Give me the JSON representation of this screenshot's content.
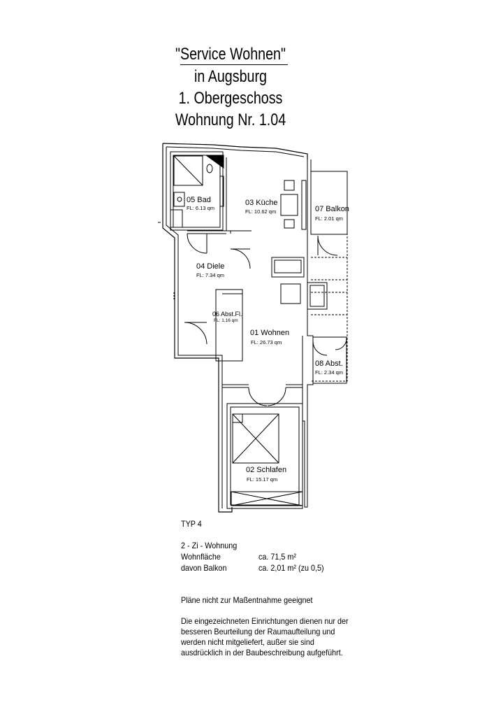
{
  "title": {
    "line1": "\"Service Wohnen\"",
    "line2": "in Augsburg",
    "line3": "1. Obergeschoss",
    "line4": "Wohnung Nr. 1.04"
  },
  "rooms": [
    {
      "id": "bad",
      "name": "05 Bad",
      "area": "FL:  6.13  qm"
    },
    {
      "id": "kueche",
      "name": "03 Küche",
      "area": "FL:  10.62  qm"
    },
    {
      "id": "balkon",
      "name": "07 Balkon",
      "area": "FL:  2.01  qm"
    },
    {
      "id": "diele",
      "name": "04 Diele",
      "area": "FL:  7.34  qm"
    },
    {
      "id": "abstfl",
      "name": "06 Abst.Fl.",
      "area": "FL:  1.16  qm"
    },
    {
      "id": "wohnen",
      "name": "01 Wohnen",
      "area": "FL:  26.73  qm"
    },
    {
      "id": "abst",
      "name": "08 Abst.",
      "area": "FL:  2.34  qm"
    },
    {
      "id": "schlafen",
      "name": "02 Schlafen",
      "area": "FL:  15.17  qm"
    }
  ],
  "info": {
    "typ": "TYP  4",
    "type_label": "2 - Zi - Wohnung",
    "wohnflaeche_label": "Wohnfläche",
    "wohnflaeche_value": "ca. 71,5 m²",
    "balkon_label": "davon Balkon",
    "balkon_value": "ca. 2,01 m² (zu 0,5)",
    "disclaimer": "Pläne nicht zur Maßentnahme geeignet",
    "note1": "Die eingezeichneten Einrichtungen dienen nur der",
    "note2": "besseren Beurteilung der Raumaufteilung und",
    "note3": "werden nicht mitgeliefert, außer sie sind",
    "note4": "ausdrücklich in der Baubeschreibung aufgeführt."
  }
}
